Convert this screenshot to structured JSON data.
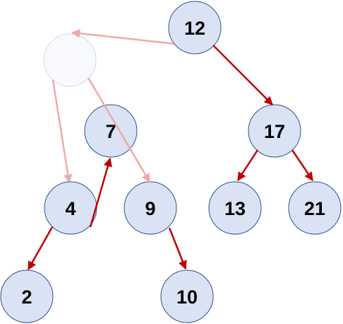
{
  "colors": {
    "node_fill": "#dae3f3",
    "node_stroke": "#2f528f",
    "faded_node_fill": "#f7f9fd",
    "faded_node_stroke": "#d3dbe8",
    "edge_active": "#c00000",
    "edge_faded": "#eeaaaa"
  },
  "nodes": [
    {
      "id": "n12",
      "label": "12"
    },
    {
      "id": "ghost",
      "label": ""
    },
    {
      "id": "n7",
      "label": "7"
    },
    {
      "id": "n17",
      "label": "17"
    },
    {
      "id": "n4",
      "label": "4"
    },
    {
      "id": "n9",
      "label": "9"
    },
    {
      "id": "n13",
      "label": "13"
    },
    {
      "id": "n21",
      "label": "21"
    },
    {
      "id": "n2",
      "label": "2"
    },
    {
      "id": "n10",
      "label": "10"
    }
  ],
  "edges": [
    {
      "from": "12",
      "to": "(empty)",
      "style": "faded"
    },
    {
      "from": "(empty)",
      "to": "4",
      "style": "faded"
    },
    {
      "from": "(empty)",
      "to": "9",
      "style": "faded"
    },
    {
      "from": "4",
      "to": "7",
      "style": "active"
    },
    {
      "from": "12",
      "to": "17",
      "style": "active"
    },
    {
      "from": "17",
      "to": "13",
      "style": "active"
    },
    {
      "from": "17",
      "to": "21",
      "style": "active"
    },
    {
      "from": "4",
      "to": "2",
      "style": "active"
    },
    {
      "from": "9",
      "to": "10",
      "style": "active"
    }
  ]
}
